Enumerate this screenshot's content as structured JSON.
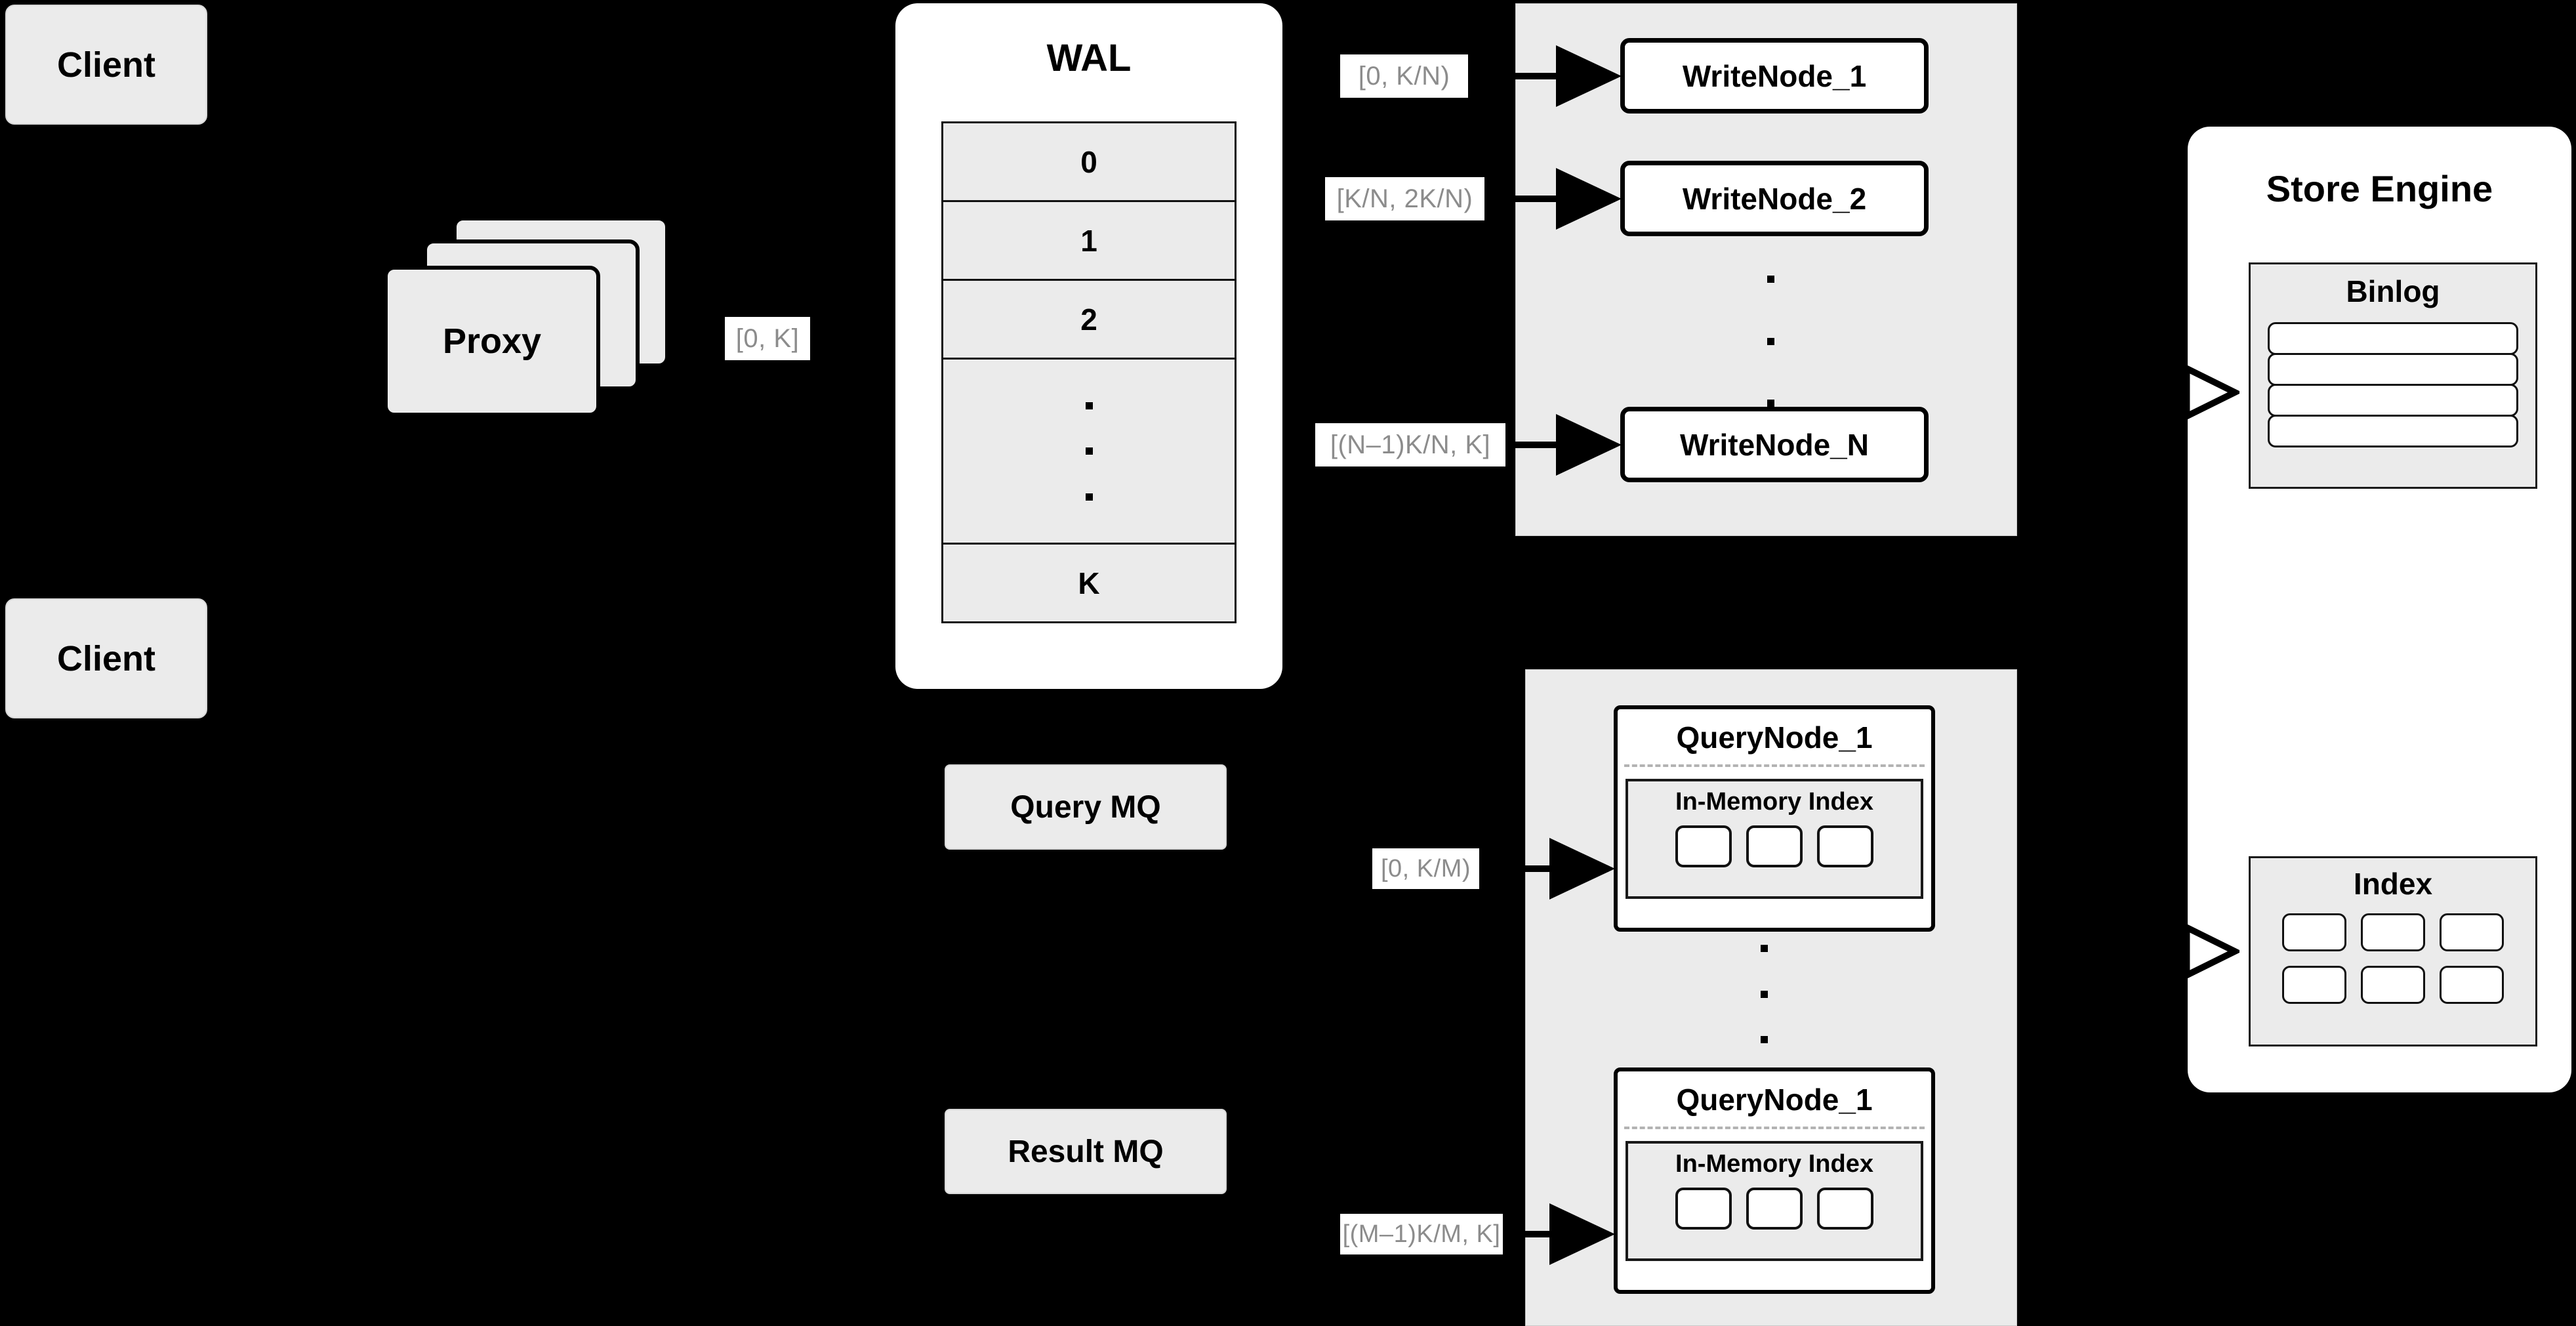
{
  "clients": [
    {
      "label": "Client"
    },
    {
      "label": "Client"
    }
  ],
  "proxy": {
    "label": "Proxy",
    "range_tag": "[0, K]"
  },
  "wal": {
    "title": "WAL",
    "rows": [
      "0",
      "1",
      "2",
      "",
      "K"
    ],
    "ellipsis": "⋮"
  },
  "write_cluster": {
    "nodes": [
      {
        "label": "WriteNode_1",
        "range_tag": "[0,  K/N)"
      },
      {
        "label": "WriteNode_2",
        "range_tag": "[K/N, 2K/N)"
      },
      {
        "label": "WriteNode_N",
        "range_tag": "[(N–1)K/N,  K]"
      }
    ],
    "ellipsis": "⋮"
  },
  "query_cluster": {
    "nodes": [
      {
        "label": "QueryNode_1",
        "range_tag": "[0, K/M)",
        "index": {
          "title": "In-Memory Index",
          "slots": 3
        }
      },
      {
        "label": "QueryNode_1",
        "range_tag": "[(M–1)K/M, K]",
        "index": {
          "title": "In-Memory Index",
          "slots": 3
        }
      }
    ],
    "ellipsis": "⋮"
  },
  "queues": [
    {
      "label": "Query MQ"
    },
    {
      "label": "Result MQ"
    }
  ],
  "store_engine": {
    "title": "Store Engine",
    "binlog": {
      "title": "Binlog",
      "rows": 4
    },
    "index": {
      "title": "Index",
      "slots": 6
    }
  },
  "colors": {
    "background": "#000000",
    "fill_light": "#ebebeb",
    "fill_white": "#ffffff",
    "stroke": "#000000",
    "tag_text": "#8c8c8c"
  }
}
